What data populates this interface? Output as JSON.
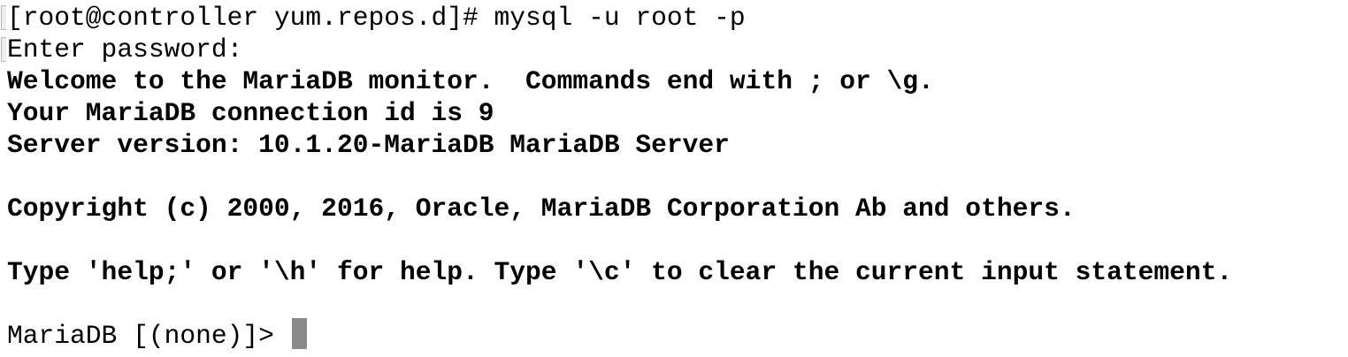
{
  "terminal": {
    "lines": [
      "[root@controller yum.repos.d]# mysql -u root -p",
      "Enter password:",
      "Welcome to the MariaDB monitor.  Commands end with ; or \\g.",
      "Your MariaDB connection id is 9",
      "Server version: 10.1.20-MariaDB MariaDB Server",
      "Copyright (c) 2000, 2016, Oracle, MariaDB Corporation Ab and others.",
      "Type 'help;' or '\\h' for help. Type '\\c' to clear the current input statement.",
      "MariaDB [(none)]> "
    ],
    "cursor_color": "#8a8a8a"
  }
}
